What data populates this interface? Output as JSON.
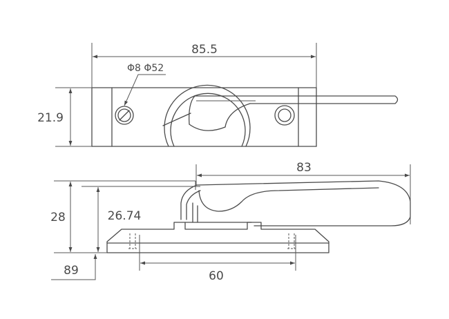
{
  "drawing": {
    "top_view": {
      "overall_length": "85.5",
      "height": "21.9",
      "hole_callout": "Φ8 Φ52"
    },
    "side_view": {
      "handle_length": "83",
      "overall_height": "28",
      "inner_height": "26.74",
      "hole_spacing": "60",
      "offset": "89"
    },
    "colors": {
      "line": "#4a4a4a",
      "background": "#ffffff"
    }
  }
}
